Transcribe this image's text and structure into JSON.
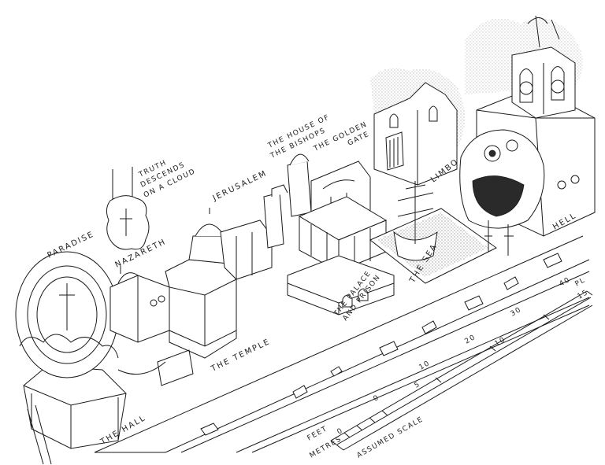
{
  "figure": {
    "description": "Isometric reconstruction drawing of a medieval stage set with mansions",
    "labels": {
      "paradise": "PARADISE",
      "truth": [
        "TRUTH",
        "DESCENDS",
        "ON A CLOUD"
      ],
      "nazareth": "NAZARETH",
      "jerusalem": "JERUSALEM",
      "house_bishops": [
        "THE HOUSE OF",
        "THE BISHOPS"
      ],
      "golden_gate": [
        "THE GOLDEN",
        "GATE"
      ],
      "limbo": "LIMBO",
      "hell": "HELL",
      "sea": "THE SEA",
      "palace": [
        "THE PALACE",
        "AND PRISON"
      ],
      "temple": "THE TEMPLE",
      "hall": "THE HALL"
    },
    "scale": {
      "title": "ASSUMED SCALE",
      "feet_label": "FEET",
      "metres_label": "METRES",
      "feet_ticks": [
        "0",
        "10",
        "20",
        "30",
        "40"
      ],
      "metres_ticks": [
        "0",
        "5",
        "10",
        "15"
      ],
      "end_label": "PL"
    },
    "colors": {
      "ink": "#1a1a1a",
      "paper": "#ffffff"
    }
  }
}
